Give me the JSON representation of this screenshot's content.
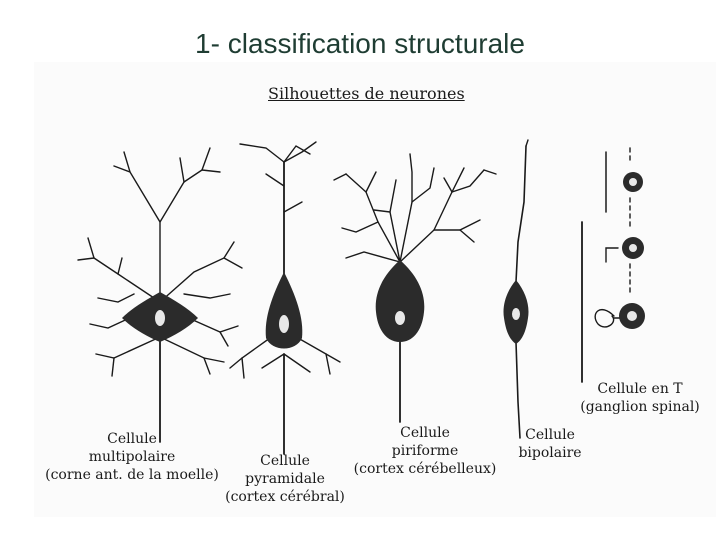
{
  "slide": {
    "title": "1- classification structurale"
  },
  "figure": {
    "heading": "Silhouettes de neurones",
    "neurons": [
      {
        "id": "multipolaire",
        "lines": [
          "Cellule",
          "multipolaire",
          "(corne ant. de la moelle)"
        ]
      },
      {
        "id": "pyramidale",
        "lines": [
          "Cellule",
          "pyramidale",
          "(cortex cérébral)"
        ]
      },
      {
        "id": "piriforme",
        "lines": [
          "Cellule",
          "piriforme",
          "(cortex cérébelleux)"
        ]
      },
      {
        "id": "bipolaire",
        "lines": [
          "Cellule",
          "bipolaire"
        ]
      },
      {
        "id": "en-t",
        "lines": [
          "Cellule en T",
          "(ganglion spinal)"
        ]
      }
    ]
  },
  "colors": {
    "title": "#1f3d33",
    "ink": "#1a1a1a",
    "soma": "#2b2b2b",
    "nucleus": "#e8e8e8"
  }
}
